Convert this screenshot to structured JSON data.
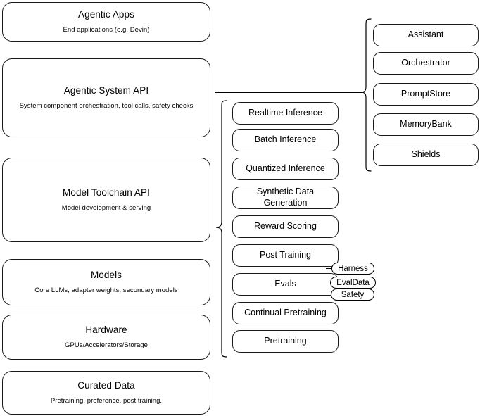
{
  "diagram": {
    "title": "Agentic stack layered architecture",
    "stroke_color": "#1a1a1a",
    "background_color": "#ffffff"
  },
  "layers": [
    {
      "id": "agentic-apps",
      "title": "Agentic Apps",
      "subtitle": "End applications (e.g. Devin)"
    },
    {
      "id": "agentic-system-api",
      "title": "Agentic System API",
      "subtitle": "System component orchestration, tool calls, safety checks"
    },
    {
      "id": "model-toolchain-api",
      "title": "Model Toolchain API",
      "subtitle": "Model development & serving"
    },
    {
      "id": "models",
      "title": "Models",
      "subtitle": "Core LLMs, adapter weights, secondary models"
    },
    {
      "id": "hardware",
      "title": "Hardware",
      "subtitle": "GPUs/Accelerators/Storage"
    },
    {
      "id": "curated-data",
      "title": "Curated Data",
      "subtitle": "Pretraining, preference, post training."
    }
  ],
  "toolchain_services": [
    {
      "id": "realtime-inference",
      "label": "Realtime Inference"
    },
    {
      "id": "batch-inference",
      "label": "Batch Inference"
    },
    {
      "id": "quantized-inference",
      "label": "Quantized Inference"
    },
    {
      "id": "synthetic-data-generation",
      "label": "Synthetic Data Generation"
    },
    {
      "id": "reward-scoring",
      "label": "Reward Scoring"
    },
    {
      "id": "post-training",
      "label": "Post Training"
    },
    {
      "id": "evals",
      "label": "Evals"
    },
    {
      "id": "continual-pretraining",
      "label": "Continual Pretraining"
    },
    {
      "id": "pretraining",
      "label": "Pretraining"
    }
  ],
  "evals_tags": [
    {
      "id": "harness",
      "label": "Harness"
    },
    {
      "id": "evaldata",
      "label": "EvalData"
    },
    {
      "id": "safety",
      "label": "Safety"
    }
  ],
  "system_services": [
    {
      "id": "assistant",
      "label": "Assistant"
    },
    {
      "id": "orchestrator",
      "label": "Orchestrator"
    },
    {
      "id": "promptstore",
      "label": "PromptStore"
    },
    {
      "id": "memorybank",
      "label": "MemoryBank"
    },
    {
      "id": "shields",
      "label": "Shields"
    }
  ]
}
